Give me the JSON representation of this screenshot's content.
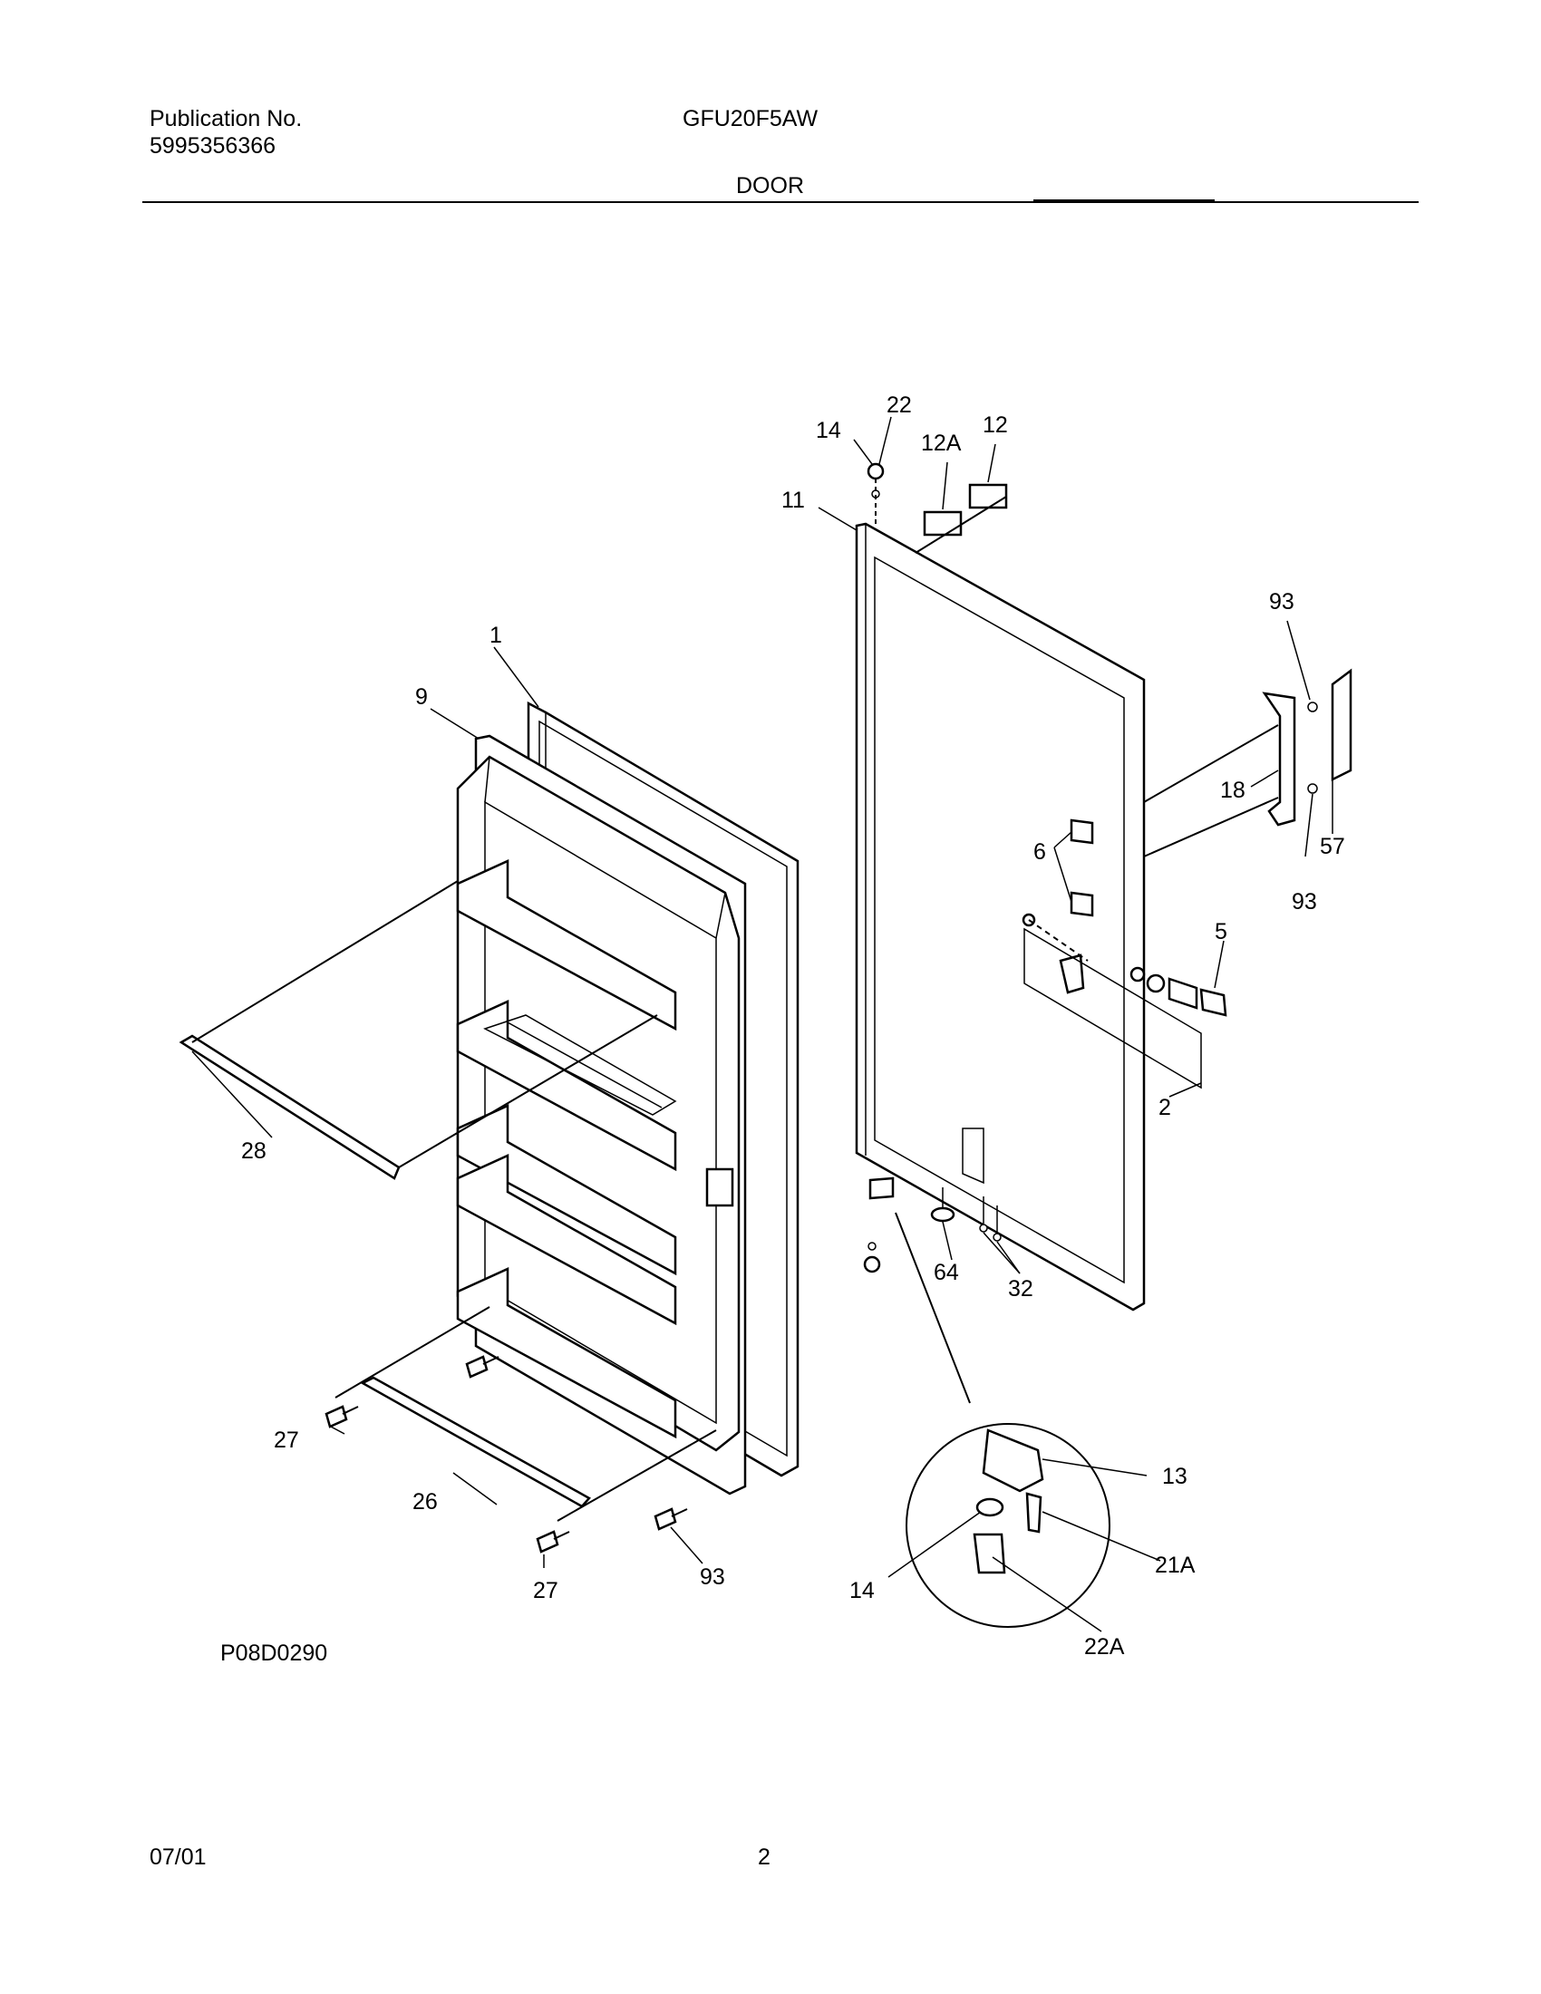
{
  "header": {
    "publication_label": "Publication No.",
    "publication_number": "5995356366",
    "model": "GFU20F5AW",
    "section": "DOOR"
  },
  "figure": {
    "code": "P08D0290",
    "callouts": {
      "c1": "1",
      "c2": "2",
      "c5": "5",
      "c6": "6",
      "c9": "9",
      "c11": "11",
      "c12": "12",
      "c12a": "12A",
      "c13": "13",
      "c14_top": "14",
      "c14_detail": "14",
      "c18": "18",
      "c21a": "21A",
      "c22": "22",
      "c22a": "22A",
      "c26": "26",
      "c27_left": "27",
      "c27_bottom": "27",
      "c28": "28",
      "c32": "32",
      "c57": "57",
      "c64": "64",
      "c93_top": "93",
      "c93_right": "93",
      "c93_bottom": "93"
    }
  },
  "footer": {
    "date": "07/01",
    "page": "2"
  }
}
